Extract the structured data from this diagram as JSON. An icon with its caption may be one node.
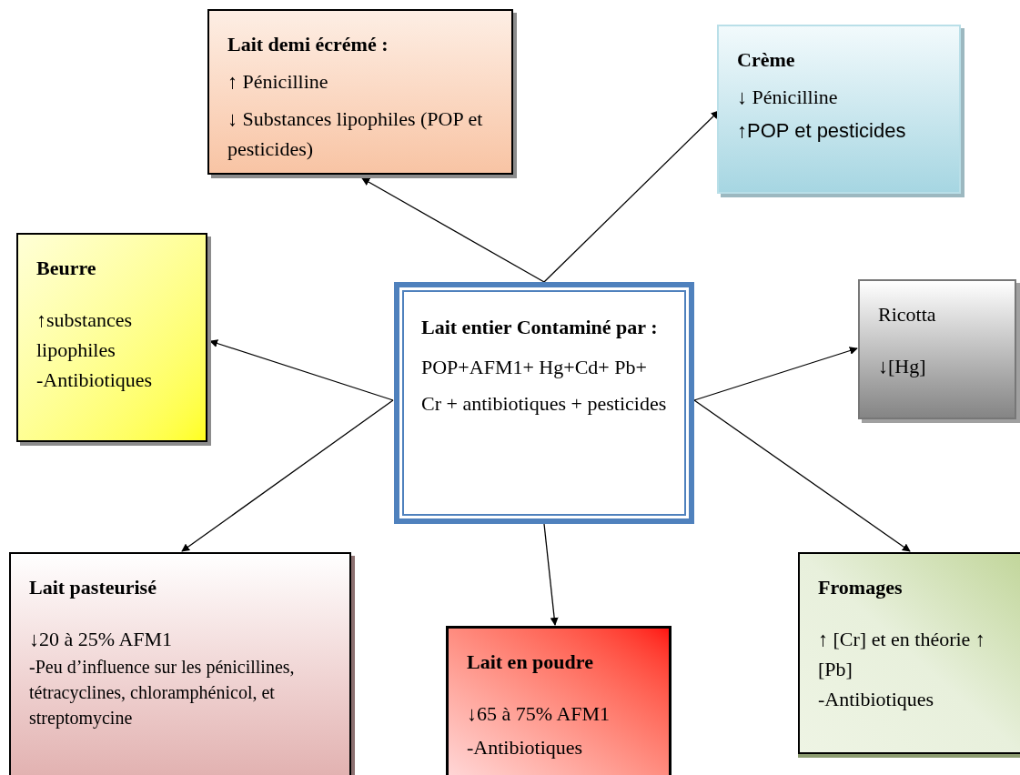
{
  "diagram": {
    "nodes": [
      {
        "text": [
          "Lait entier Contaminé par :",
          "POP+AFM1+ Hg+Cd+ Pb+ Cr + antibiotiques + pesticides"
        ]
      },
      {
        "text": [
          "Lait demi écrémé :",
          "↑ Pénicilline",
          "↓ Substances lipophiles (POP et pesticides)"
        ]
      },
      {
        "text": [
          "Crème",
          "↓ Pénicilline",
          "↑POP et pesticides"
        ]
      },
      {
        "text": [
          "Beurre",
          "↑substances lipophiles",
          "-Antibiotiques"
        ]
      },
      {
        "text": [
          "Ricotta",
          "↓[Hg]"
        ]
      },
      {
        "text": [
          "Lait pasteurisé",
          "↓20 à 25% AFM1",
          "-Peu d’influence sur les pénicillines, tétracyclines, chloramphénicol, et streptomycine"
        ]
      },
      {
        "text": [
          "Lait en poudre",
          "↓65 à 75% AFM1",
          "-Antibiotiques"
        ]
      },
      {
        "text": [
          "Fromages",
          "↑ [Cr] et en théorie ↑ [Pb]",
          "-Antibiotiques"
        ]
      }
    ],
    "edges": [
      {
        "from": 0,
        "to": 1,
        "arrow": "to"
      },
      {
        "from": 0,
        "to": 2,
        "arrow": "to"
      },
      {
        "from": 0,
        "to": 3,
        "arrow": "to"
      },
      {
        "from": 0,
        "to": 4,
        "arrow": "to"
      },
      {
        "from": 0,
        "to": 5,
        "arrow": "to"
      },
      {
        "from": 0,
        "to": 6,
        "arrow": "to"
      },
      {
        "from": 0,
        "to": 7,
        "arrow": "to"
      }
    ]
  }
}
